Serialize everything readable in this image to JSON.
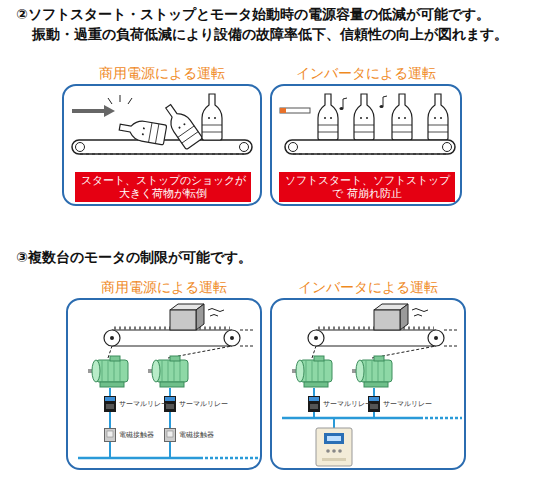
{
  "diagram": {
    "nodes": [
      {
        "text": [
          "商用電源による運転"
        ]
      },
      {
        "text": [
          "スタート、ストップのショックが 大きく荷物が転倒"
        ],
        "in": 0
      },
      {
        "text": [
          "インバータによる運転"
        ]
      },
      {
        "text": [
          "ソフトスタート、ソフトストップで 荷崩れ防止"
        ],
        "in": 2
      },
      {
        "text": [
          "商用電源による運転"
        ]
      },
      {
        "text": [
          "インバータによる運転"
        ]
      }
    ],
    "labels": [
      "②ソフトスタート・ストップとモータ始動時の電源容量の低減が可能です。",
      "振動・過重の負荷低減により設備の故障率低下、信頼性の向上が図れます。",
      "③複数台のモータの制限が可能です。",
      "サーマルリレー",
      "サーマルリレー",
      "電磁接触器",
      "電磁接触器",
      "サーマルリレー",
      "サーマルリレー"
    ]
  }
}
